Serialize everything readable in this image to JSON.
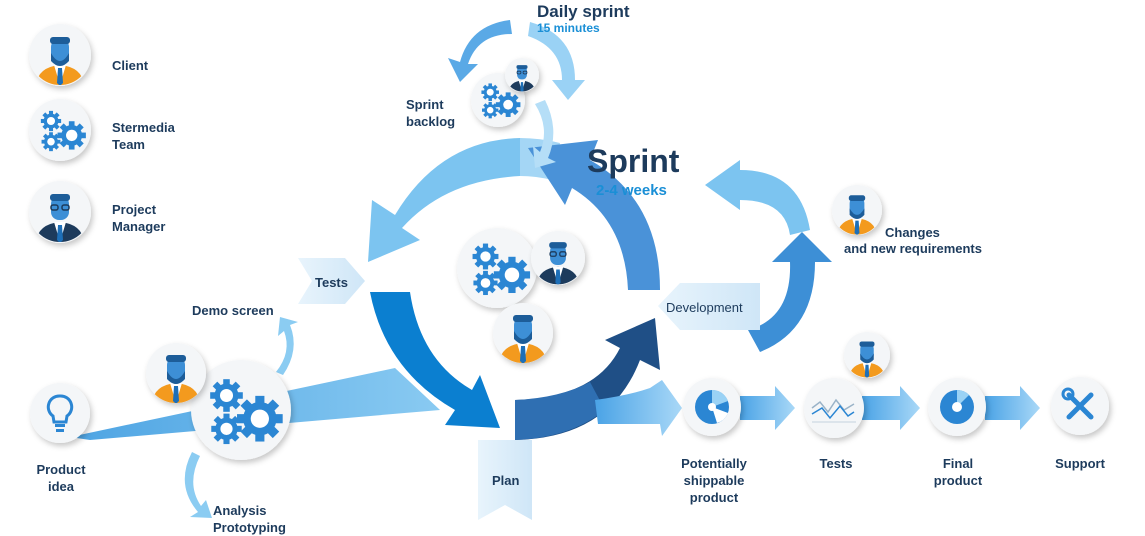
{
  "legend": {
    "client": "Client",
    "team_line1": "Stermedia",
    "team_line2": "Team",
    "pm_line1": "Project",
    "pm_line2": "Manager"
  },
  "daily_sprint": {
    "title": "Daily  sprint",
    "duration": "15 minutes"
  },
  "sprint_backlog": {
    "line1": "Sprint",
    "line2": "backlog"
  },
  "sprint": {
    "title": "Sprint",
    "duration": "2-4 weeks"
  },
  "changes": {
    "line1": "Changes",
    "line2": "and new requirements"
  },
  "tests_left": "Tests",
  "development": "Development",
  "demo_screen": "Demo screen",
  "plan": "Plan",
  "product_idea": {
    "line1": "Product",
    "line2": "idea"
  },
  "analysis": {
    "line1": "Analysis",
    "line2": "Prototyping"
  },
  "pipeline": {
    "potentially": {
      "line1": "Potentially",
      "line2": "shippable",
      "line3": "product"
    },
    "tests": "Tests",
    "final": {
      "line1": "Final",
      "line2": "product"
    },
    "support": "Support"
  },
  "colors": {
    "light_blue": "#7cc4f0",
    "mid_blue": "#3d8fd6",
    "dark_blue": "#1f4f86",
    "bright_blue": "#0b7fd0",
    "orange": "#f39a1e",
    "navy": "#1d3b5c"
  }
}
